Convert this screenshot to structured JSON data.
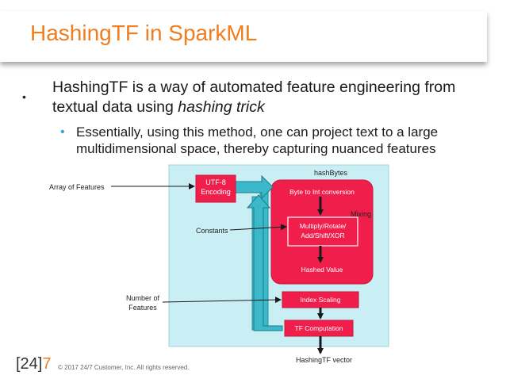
{
  "title": "HashingTF in SparkML",
  "bullets": {
    "main": "HashingTF is a way of automated feature engineering from textual data using hashing trick",
    "main_plain": "HashingTF is a way of automated feature engineering from textual data using ",
    "main_italic": "hashing trick",
    "sub": "Essentially, using this method, one can project text to a large multidimensional space, thereby capturing nuanced features"
  },
  "diagram": {
    "array_of_features": "Array of Features",
    "utf8_line1": "UTF-8",
    "utf8_line2": "Encoding",
    "hashbytes": "hashBytes",
    "byte_to_int": "Byte to Int conversion",
    "mixing": "Mixing",
    "constants": "Constants",
    "multiply_line1": "Multiply/Rotate/",
    "multiply_line2": "Add/Shift/XOR",
    "hashed_value": "Hashed Value",
    "number_of_line1": "Number of",
    "number_of_line2": "Features",
    "index_scaling": "Index Scaling",
    "tf_computation": "TF Computation",
    "hashingtf_vector": "HashingTF vector"
  },
  "colors": {
    "title": "#f07d1e",
    "accent_bullet": "#2aa7d8",
    "red_box": "#f01e4b",
    "teal_arrow": "#3bb8c9",
    "panel": "#c9eef4"
  },
  "footer": {
    "logo_left": "[24]",
    "logo_right": "7",
    "copyright": "© 2017  24/7 Customer, Inc. All rights reserved."
  }
}
